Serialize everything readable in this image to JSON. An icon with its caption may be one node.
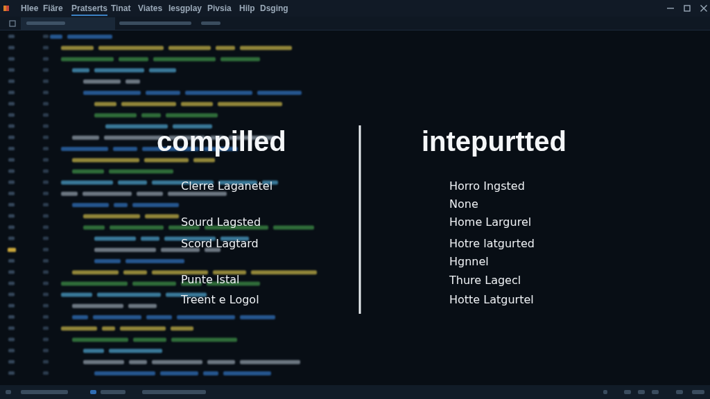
{
  "diagram": {
    "labels": [
      "Hlee",
      "Fiäre",
      "Pratserts",
      "Tinat",
      "Viates",
      "Iesgplay",
      "Pivsia",
      "Hilp",
      "Dsging",
      "compilled",
      "Clerre Laganetel",
      "Sourd Lagsted",
      "Scord Lagtard",
      "Punte Istal",
      "Treent e Logol",
      "intepurtted",
      "Horro Ingsted",
      "None",
      "Home Largurel",
      "Hotre latgurted",
      "Hgnnel",
      "Thure Lagecl",
      "Hotte Latgurtel"
    ]
  }
}
